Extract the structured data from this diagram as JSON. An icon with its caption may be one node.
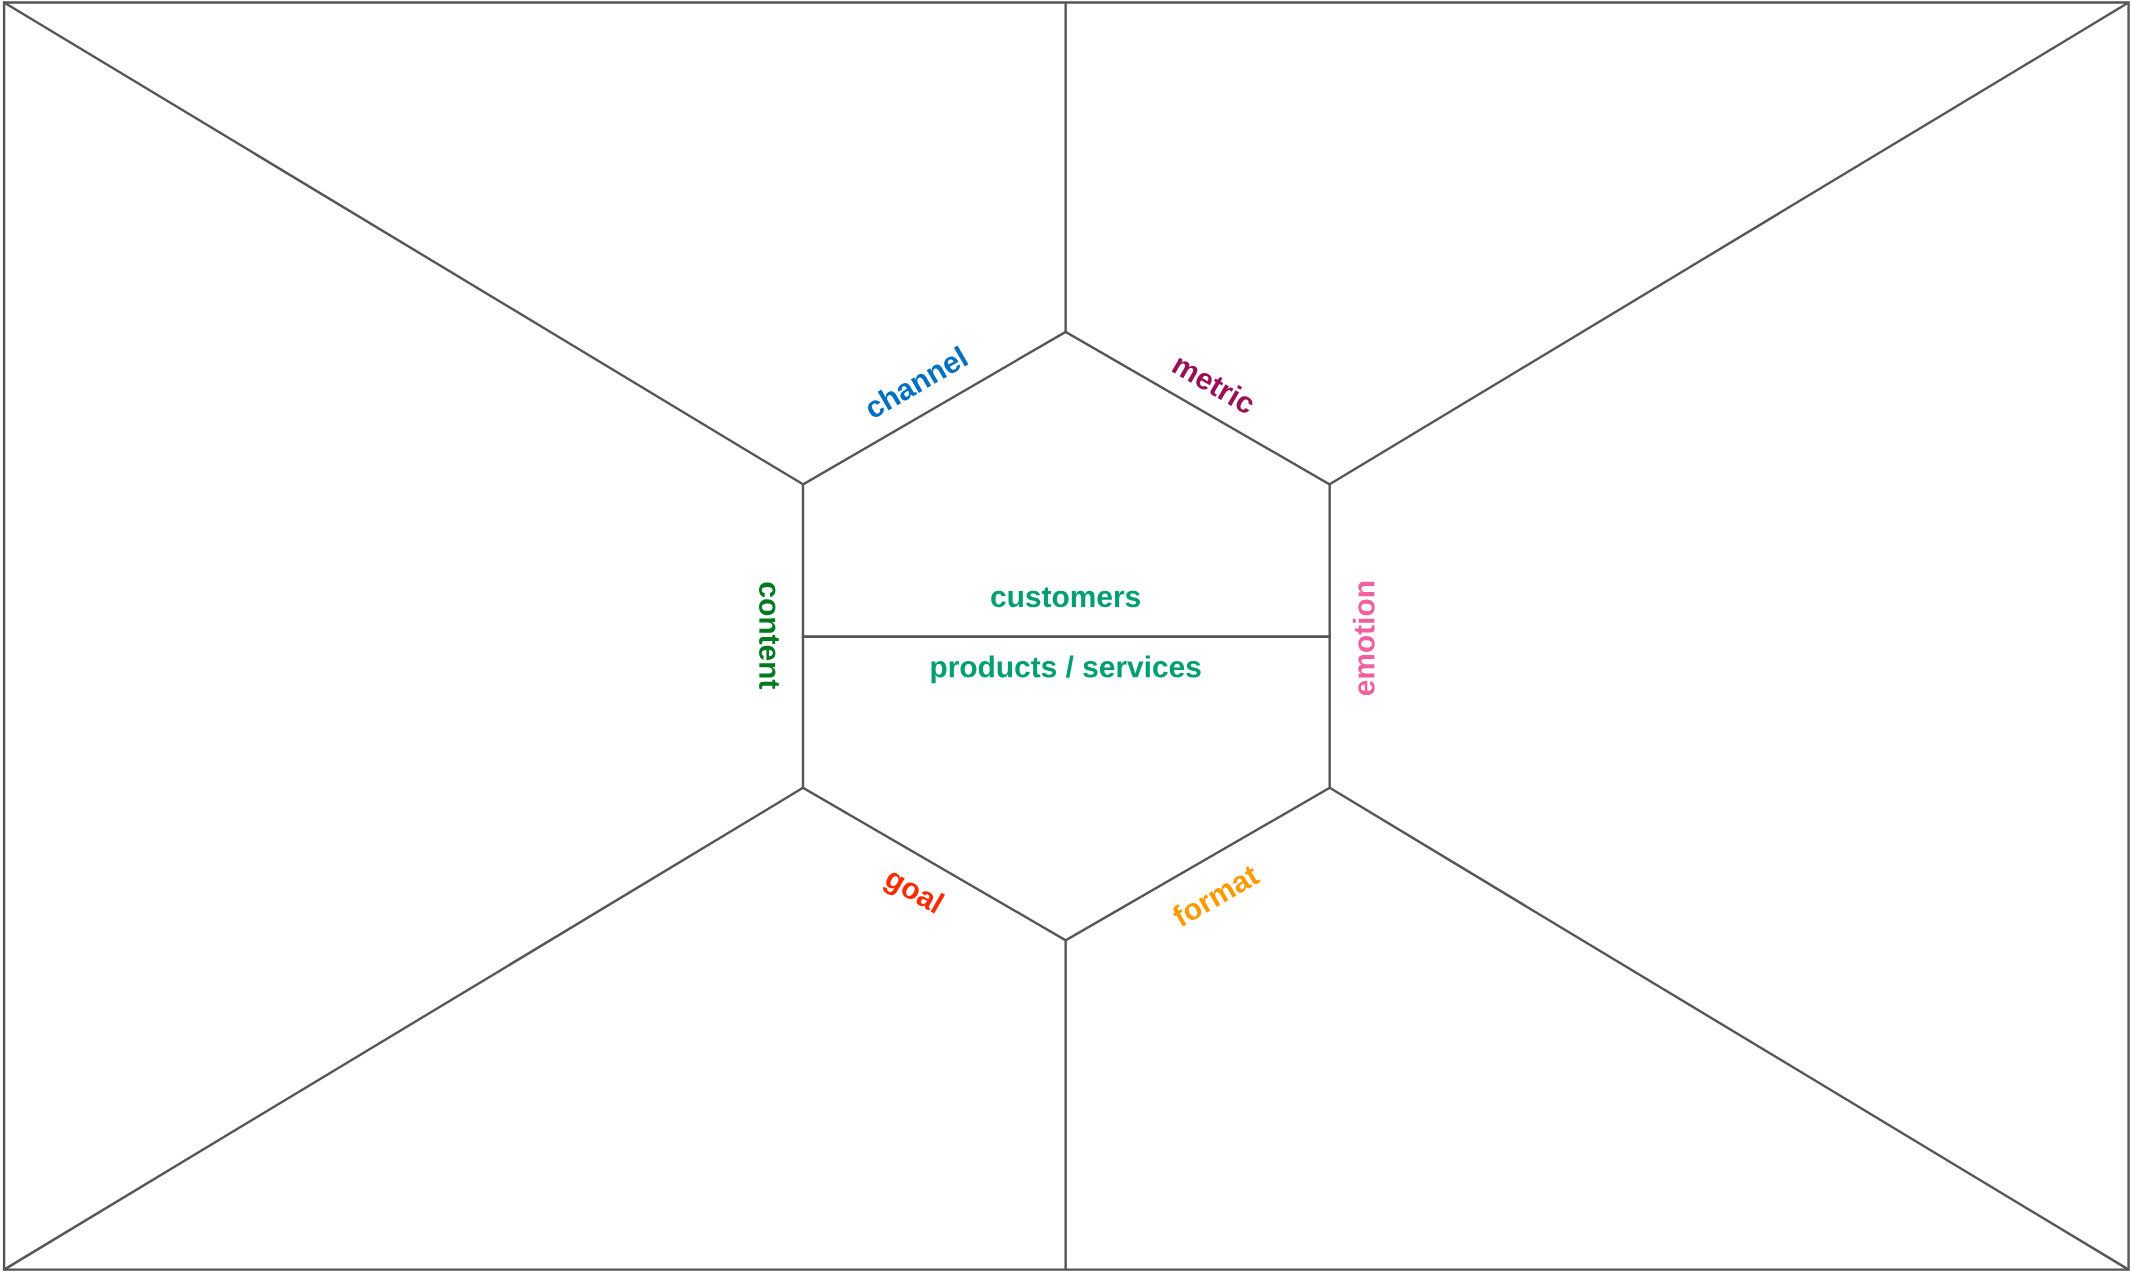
{
  "diagram": {
    "nodes": [
      {
        "text": [
          "customers"
        ]
      },
      {
        "text": [
          "products / services"
        ]
      }
    ],
    "labels": [
      "channel",
      "metric",
      "content",
      "emotion",
      "goal",
      "format"
    ]
  }
}
